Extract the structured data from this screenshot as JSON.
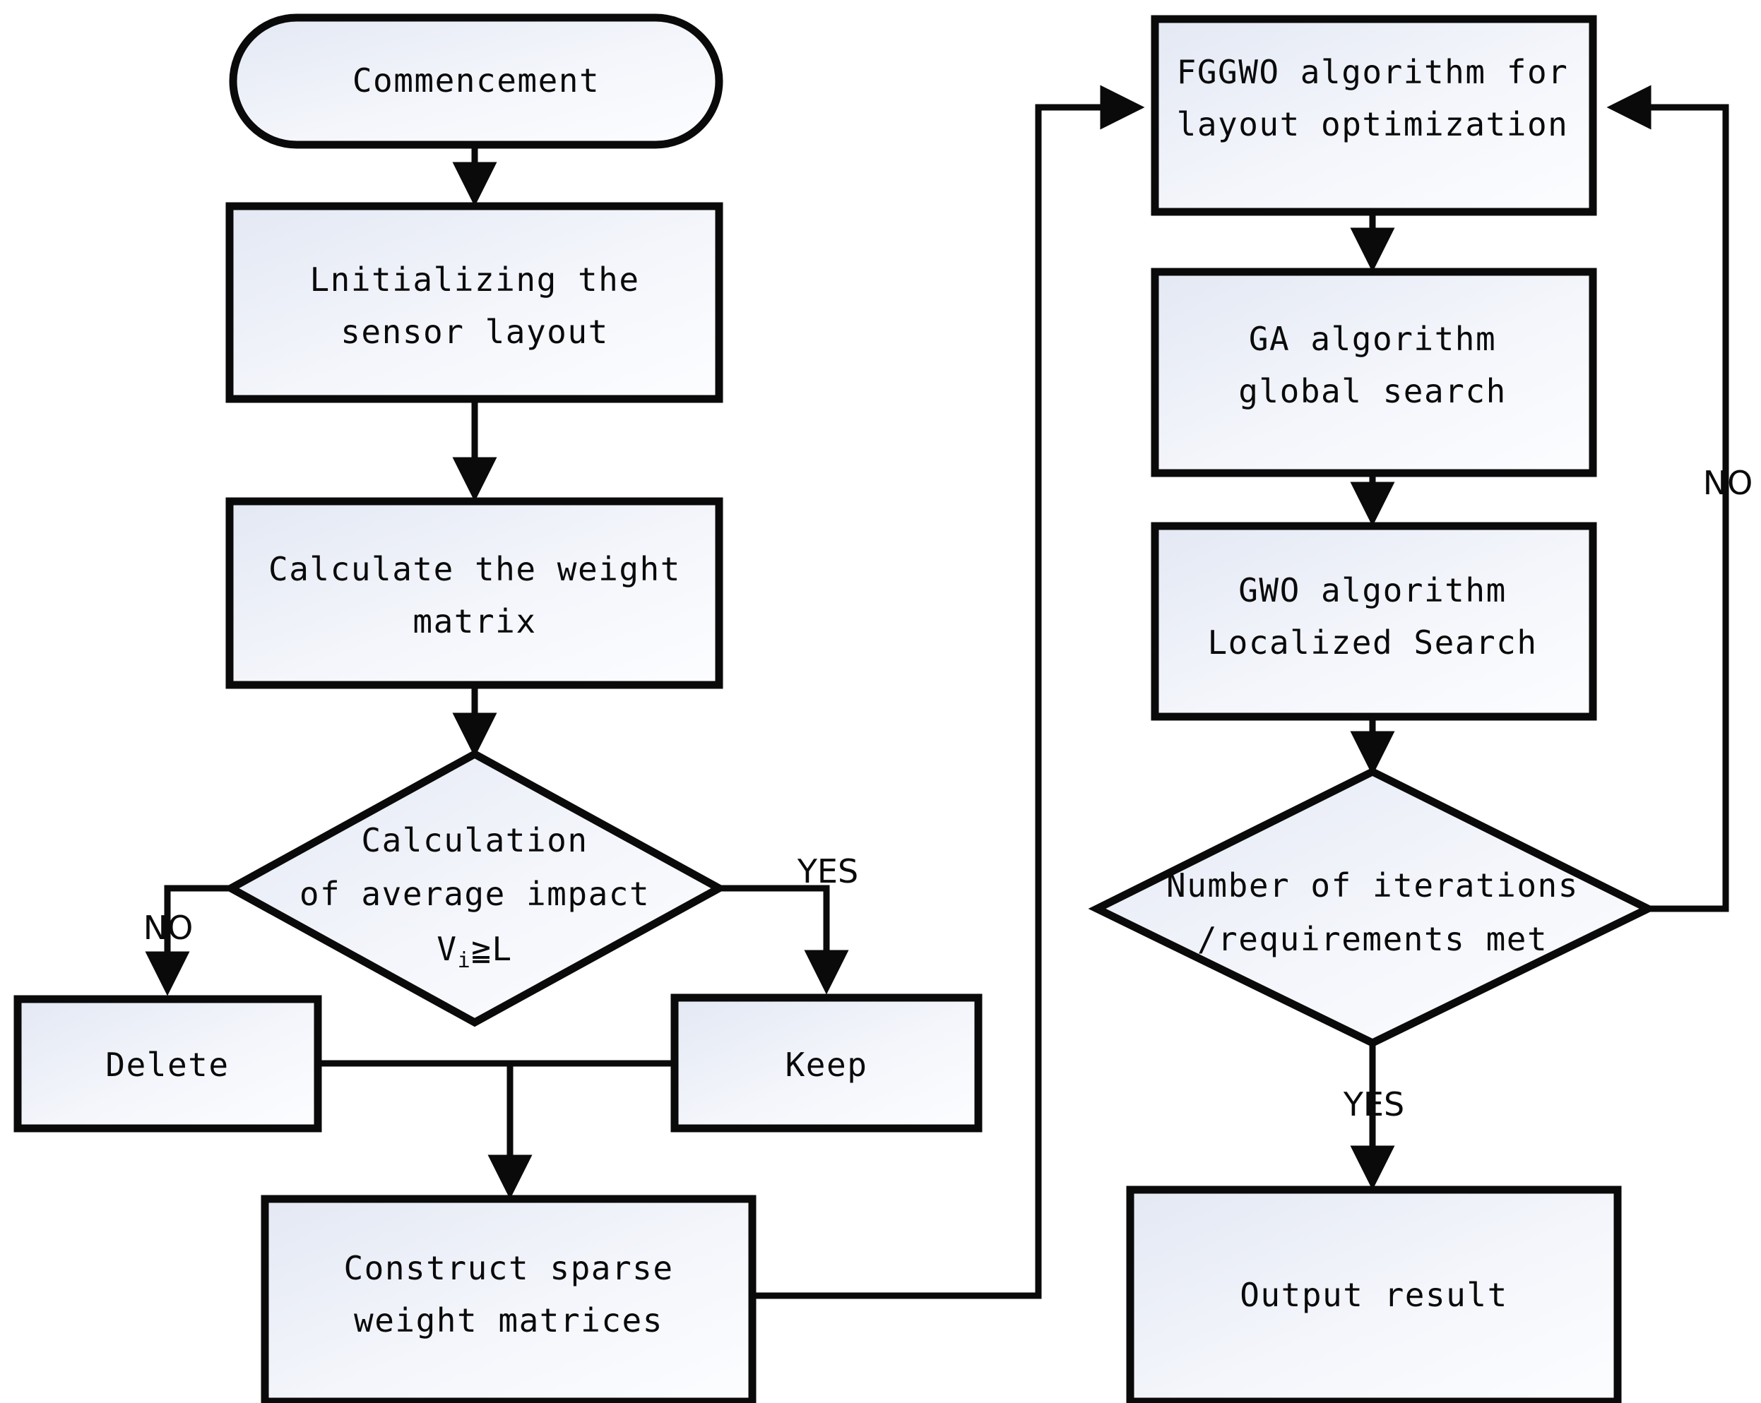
{
  "diagram": {
    "type": "flowchart",
    "title": "FGGWO sensor layout optimization flowchart",
    "background_color": "#ffffff",
    "stroke_color": "#0a0a0a",
    "fill_gradient_start": "#e6eaf4",
    "fill_gradient_end": "#fbfcfe"
  },
  "nodes": {
    "start": {
      "shape": "stadium",
      "label": "Commencement"
    },
    "init": {
      "shape": "rect",
      "line1": "Lnitializing the",
      "line2": "sensor layout"
    },
    "weight": {
      "shape": "rect",
      "line1": "Calculate the weight",
      "line2": "matrix"
    },
    "decision1": {
      "shape": "diamond",
      "line1": "Calculation",
      "line2": "of average impact",
      "line3_main": "V",
      "line3_sub": "i",
      "line3_rest": "≧L"
    },
    "delete": {
      "shape": "rect",
      "label": "Delete"
    },
    "keep": {
      "shape": "rect",
      "label": "Keep"
    },
    "sparse": {
      "shape": "rect",
      "line1": "Construct sparse",
      "line2": "weight matrices"
    },
    "fggwo": {
      "shape": "rect",
      "line1": "FGGWO algorithm for",
      "line2": "layout optimization"
    },
    "ga": {
      "shape": "rect",
      "line1": "GA algorithm",
      "line2": "global search"
    },
    "gwo": {
      "shape": "rect",
      "line1": "GWO algorithm",
      "line2": "Localized Search"
    },
    "decision2": {
      "shape": "diamond",
      "line1": "Number of iterations",
      "line2": "/requirements met"
    },
    "output": {
      "shape": "rect",
      "label": "Output result"
    }
  },
  "edge_labels": {
    "d1_no": "NO",
    "d1_yes": "YES",
    "d2_no": "NO",
    "d2_yes": "YES"
  }
}
